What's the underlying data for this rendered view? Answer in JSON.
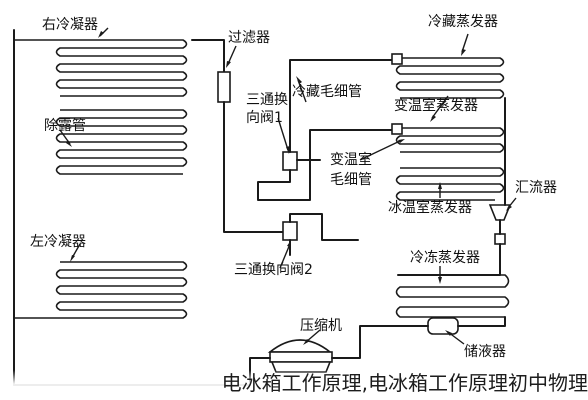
{
  "labels": {
    "right_condenser": "右冷凝器",
    "dew_pipe": "除露管",
    "left_condenser": "左冷凝器",
    "filter": "过滤器",
    "valve1_line1": "三通换",
    "valve1_line2": "向阀1",
    "fridge_capillary": "冷藏毛细管",
    "fridge_evaporator": "冷藏蒸发器",
    "variable_room_evaporator": "变温室蒸发器",
    "variable_capillary_line1": "变温室",
    "variable_capillary_line2": "毛细管",
    "ice_room_evaporator": "冰温室蒸发器",
    "collector": "汇流器",
    "valve2": "三通换向阀2",
    "freezer_evaporator": "冷冻蒸发器",
    "compressor": "压缩机",
    "accumulator": "储液器"
  },
  "caption": "电冰箱工作原理,电冰箱工作原理初中物理"
}
